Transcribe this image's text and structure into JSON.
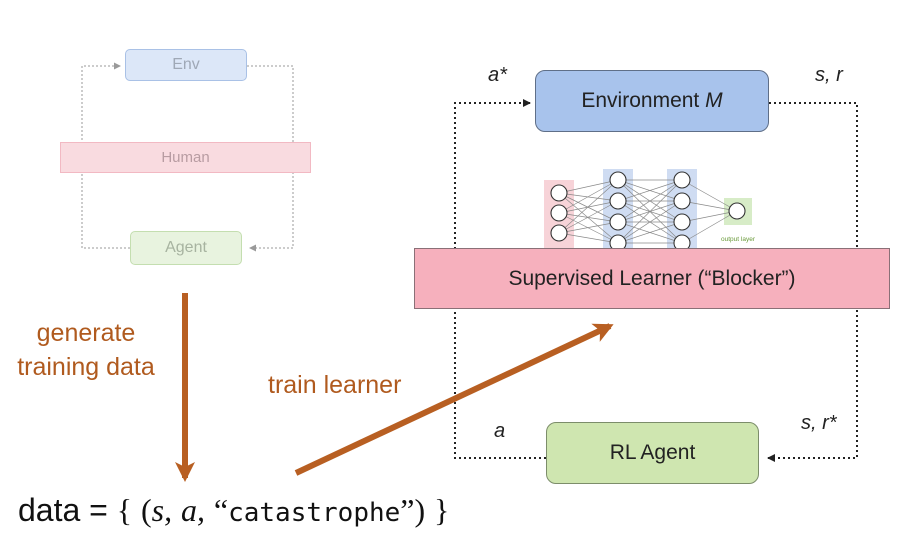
{
  "left_panel": {
    "env_label": "Env",
    "human_label": "Human",
    "agent_label": "Agent"
  },
  "left_annotation": {
    "line1": "generate",
    "line2": "training data"
  },
  "center_annotation": "train learner",
  "formula": {
    "prefix": "data = ",
    "open_brace": "{",
    "open_paren": "(",
    "s": "s,",
    "a": "a,",
    "open_quote": "“",
    "catastrophe": "catastrophe",
    "close_quote": "”",
    "close_paren": ")",
    "close_brace": "}"
  },
  "right_panel": {
    "env_label_prefix": "Environment ",
    "env_label_var": "M",
    "learner_label": "Supervised Learner (“Blocker”)",
    "agent_label": "RL Agent",
    "edge_a_star": "a*",
    "edge_s_r": "s, r",
    "edge_a": "a",
    "edge_s_r_star": "s, r*",
    "nn_output_caption": "output layer"
  },
  "colors": {
    "annotation_brown": "#b05a1e",
    "env_blue": "#a8c3ec",
    "learner_pink": "#f6b0bd",
    "agent_green": "#cfe6b0"
  }
}
